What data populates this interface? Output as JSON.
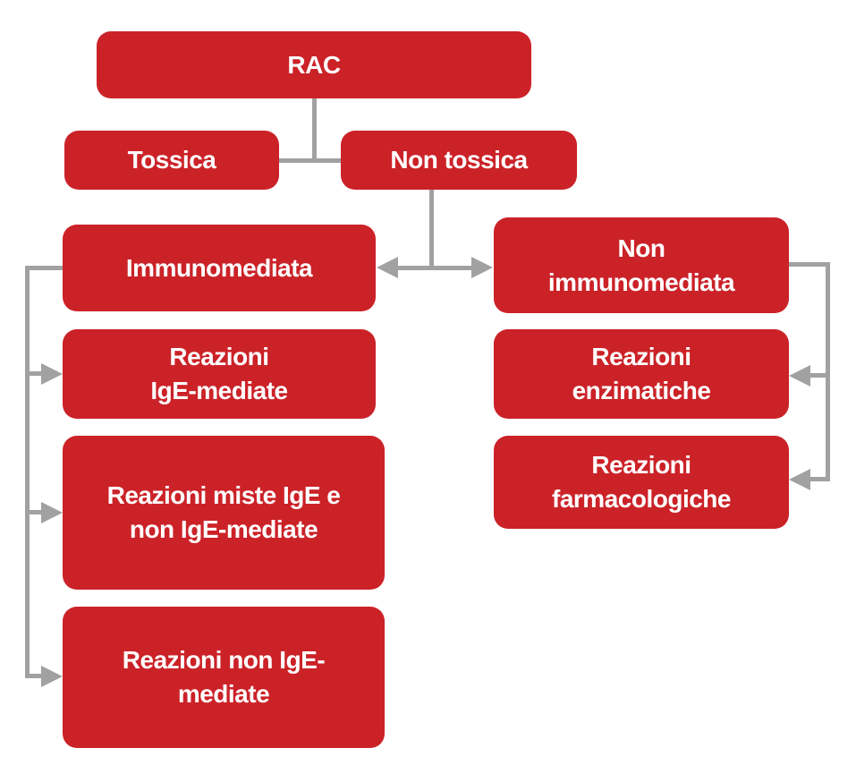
{
  "diagram": {
    "background": "#ffffff",
    "box_color": "#CB2228",
    "line_color": "#A1A1A1",
    "text_color": "#ffffff",
    "language": "it"
  },
  "nodes": {
    "rac": {
      "lines": [
        "RAC"
      ]
    },
    "tossica": {
      "lines": [
        "Tossica"
      ]
    },
    "non_tossica": {
      "lines": [
        "Non tossica"
      ]
    },
    "immunomediata": {
      "lines": [
        "Immunomediata"
      ]
    },
    "non_immunomediata": {
      "lines": [
        "Non",
        "immunomediata"
      ]
    },
    "reazioni_ige_mediate": {
      "lines": [
        "Reazioni",
        "IgE-mediate"
      ]
    },
    "reazioni_enzimatiche": {
      "lines": [
        "Reazioni",
        "enzimatiche"
      ]
    },
    "reazioni_miste": {
      "lines": [
        "Reazioni miste IgE e",
        "non IgE-mediate"
      ]
    },
    "reazioni_farmacologiche": {
      "lines": [
        "Reazioni",
        "farmacologiche"
      ]
    },
    "reazioni_non_ige_mediate": {
      "lines": [
        "Reazioni non IgE-",
        "mediate"
      ]
    }
  },
  "edges": [
    {
      "from": "RAC",
      "to": "Tossica"
    },
    {
      "from": "RAC",
      "to": "Non tossica"
    },
    {
      "from": "Non tossica",
      "to": "Immunomediata"
    },
    {
      "from": "Non tossica",
      "to": "Non immunomediata"
    },
    {
      "from": "Immunomediata",
      "to": "Reazioni IgE-mediate"
    },
    {
      "from": "Immunomediata",
      "to": "Reazioni miste IgE e non IgE-mediate"
    },
    {
      "from": "Immunomediata",
      "to": "Reazioni non IgE-mediate"
    },
    {
      "from": "Non immunomediata",
      "to": "Reazioni enzimatiche"
    },
    {
      "from": "Non immunomediata",
      "to": "Reazioni farmacologiche"
    }
  ]
}
